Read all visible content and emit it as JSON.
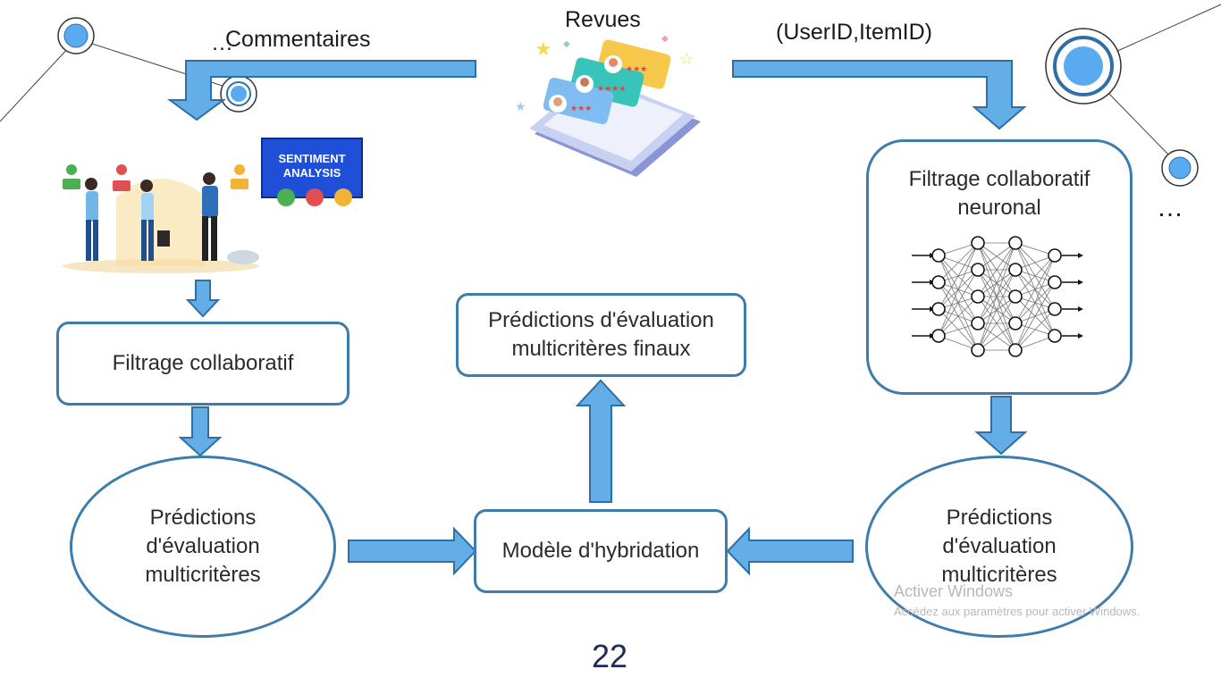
{
  "labels": {
    "reviews": "Revues",
    "comments": "Commentaires",
    "comments_ellipsis": "…",
    "ids": "(UserID,ItemID)",
    "right_ellipsis": "…"
  },
  "sentiment_sign": {
    "line1": "SENTIMENT",
    "line2": "ANALYSIS"
  },
  "boxes": {
    "collab_filter": "Filtrage collaboratif",
    "neural_cf_line1": "Filtrage collaboratif",
    "neural_cf_line2": "neuronal",
    "final_predictions_line1": "Prédictions d'évaluation",
    "final_predictions_line2": "multicritères finaux",
    "hybrid_model": "Modèle d'hybridation",
    "left_predictions_line1": "Prédictions",
    "left_predictions_line2": "d'évaluation",
    "left_predictions_line3": "multicritères",
    "right_predictions_line1": "Prédictions",
    "right_predictions_line2": "d'évaluation",
    "right_predictions_line3": "multicritères"
  },
  "page_number": "22",
  "watermark": {
    "line1": "Activer Windows",
    "line2": "Accédez aux paramètres pour activer Windows."
  },
  "colors": {
    "arrow_fill": "#64aee8",
    "arrow_stroke": "#2f6fa6",
    "box_border": "#3d7cab",
    "circle_fill": "#5aaaf0",
    "page_number": "#1f2a5a"
  }
}
